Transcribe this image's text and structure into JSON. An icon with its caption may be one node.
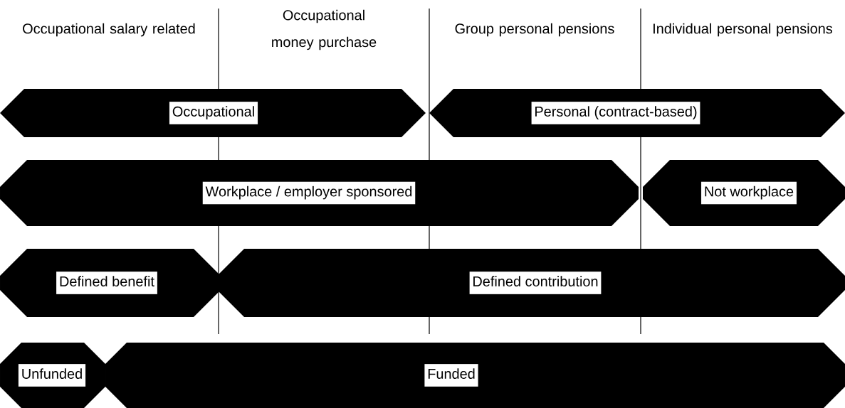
{
  "diagram": {
    "nodes": [
      {
        "text": [
          "Occupational"
        ]
      },
      {
        "text": [
          "Personal (contract-based)"
        ]
      },
      {
        "text": [
          "Workplace / employer sponsored"
        ]
      },
      {
        "text": [
          "Not workplace"
        ]
      },
      {
        "text": [
          "Defined benefit"
        ]
      },
      {
        "text": [
          "Defined contribution"
        ]
      },
      {
        "text": [
          "Unfunded"
        ]
      },
      {
        "text": [
          "Funded"
        ]
      }
    ],
    "labels": [
      "Occupational salary related",
      "Occupational money purchase",
      "Group personal pensions",
      "Individual personal pensions"
    ]
  }
}
